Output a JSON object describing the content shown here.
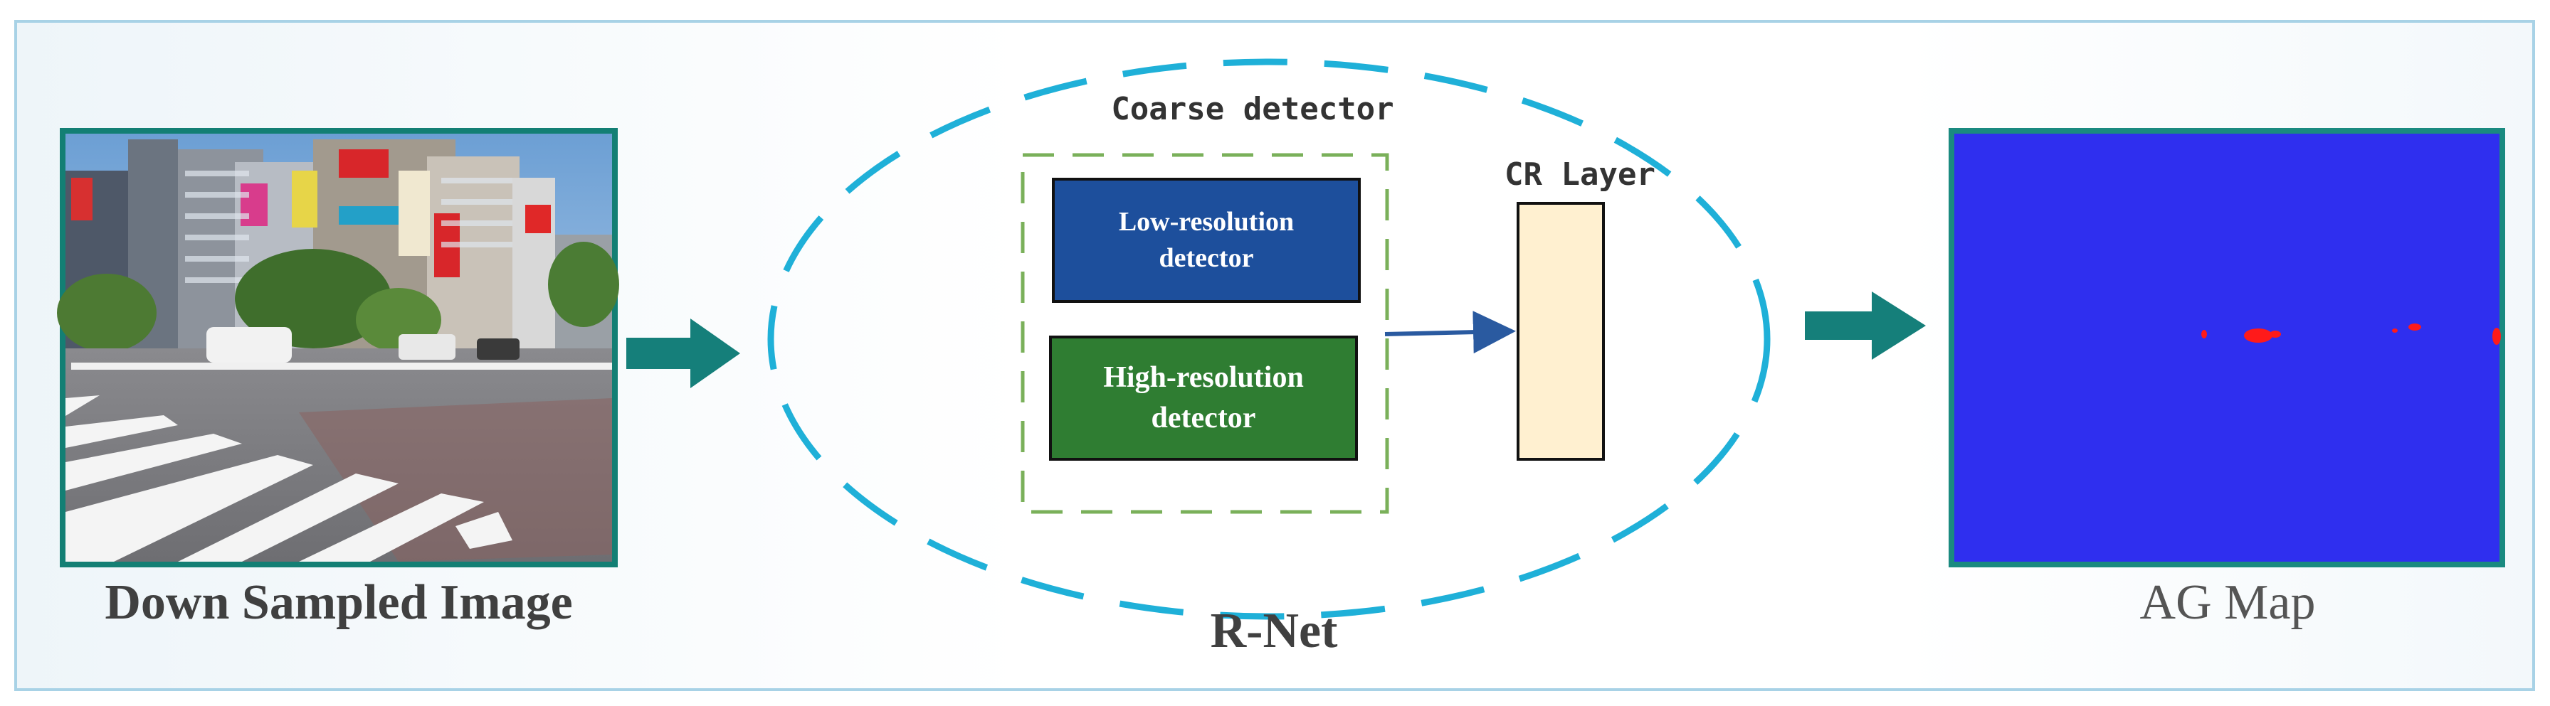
{
  "input": {
    "caption": "Down Sampled Image",
    "photo_icon": "street-crosswalk-photo"
  },
  "rnet": {
    "caption": "R-Net",
    "coarse_detector": {
      "title": "Coarse detector",
      "low_resolution": [
        "Low-resolution",
        "detector"
      ],
      "high_resolution": [
        "High-resolution",
        "detector"
      ]
    },
    "cr_layer": {
      "title": "CR Layer"
    }
  },
  "output": {
    "caption": "AG Map"
  },
  "colors": {
    "frame_border": "#a8d2e6",
    "arrow_teal": "#157f7a",
    "ellipse_cyan": "#1fb0d8",
    "coarse_dash_green": "#7ab05a",
    "low_res_fill": "#1d4f9c",
    "high_res_fill": "#2f7d32",
    "cr_fill": "#fff0d0",
    "ag_fill": "#2f2fef",
    "ag_border": "#1a8a80",
    "ag_hotspot": "#ff1a1a",
    "inner_arrow": "#2a5aa0"
  }
}
